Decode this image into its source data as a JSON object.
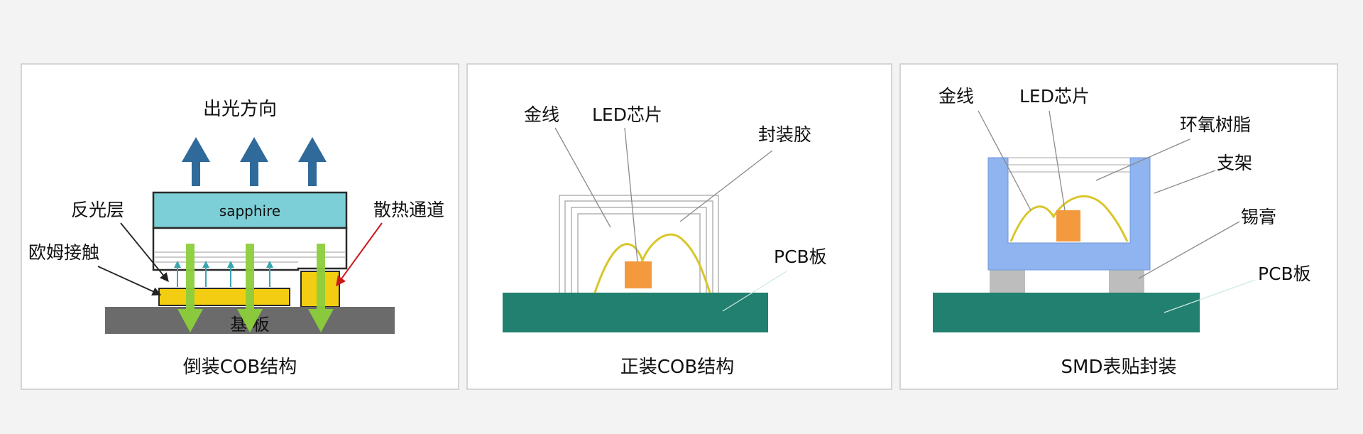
{
  "panels": [
    {
      "caption": "倒装COB结构",
      "labels": {
        "light_direction": "出光方向",
        "sapphire": "sapphire",
        "reflective_layer": "反光层",
        "ohmic_contact": "欧姆接触",
        "heat_channel": "散热通道",
        "substrate": "基 板"
      }
    },
    {
      "caption": "正装COB结构",
      "labels": {
        "gold_wire": "金线",
        "led_chip": "LED芯片",
        "encapsulant": "封装胶",
        "pcb": "PCB板"
      }
    },
    {
      "caption": "SMD表贴封装",
      "labels": {
        "gold_wire": "金线",
        "led_chip": "LED芯片",
        "epoxy": "环氧树脂",
        "bracket": "支架",
        "solder_paste": "锡膏",
        "pcb": "PCB板"
      }
    }
  ],
  "colors": {
    "arrow_blue": "#2f6a9a",
    "sapphire": "#7ccfd6",
    "gold_pad": "#f2cd12",
    "heat_green": "#8ccd3c",
    "substrate": "#6b6b6b",
    "pcb": "#21806f",
    "chip": "#f39a3e",
    "gold_wire": "#d9c62a",
    "bracket": "#8fb4ef",
    "heat_red": "#cc1a1a"
  }
}
